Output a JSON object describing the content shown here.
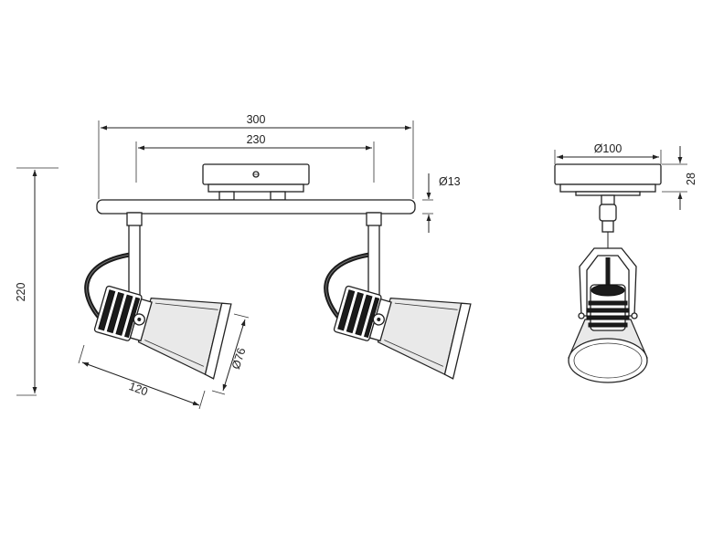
{
  "dimensions": {
    "total_width": "300",
    "spot_spacing": "230",
    "bar_diameter": "Ø13",
    "height": "220",
    "shade_length": "120",
    "shade_diameter": "Ø76",
    "base_diameter": "Ø100",
    "base_height": "28"
  },
  "colors": {
    "line": "#222222",
    "background": "#ffffff",
    "cable": "#1b1b1b"
  }
}
